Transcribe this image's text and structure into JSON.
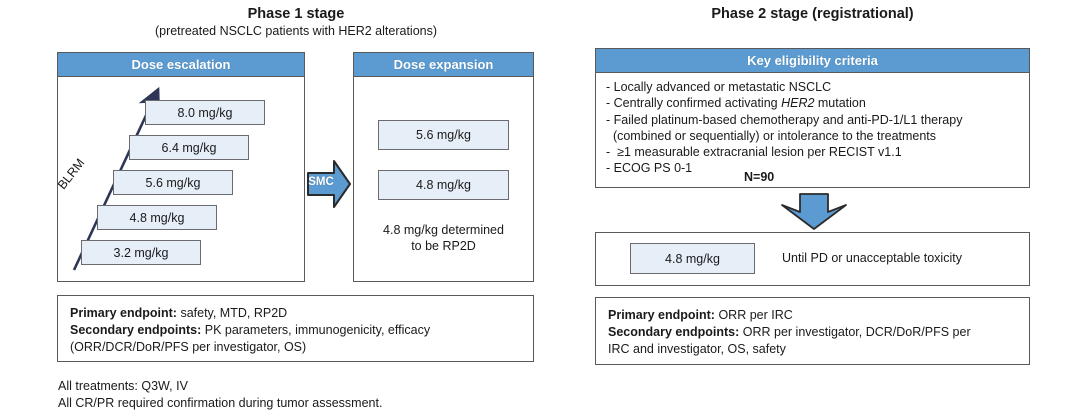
{
  "phase1": {
    "title": "Phase 1 stage",
    "subtitle": "(pretreated NSCLC patients with HER2 alterations)",
    "escalation": {
      "header": "Dose escalation",
      "arrow_label": "BLRM",
      "doses": [
        "8.0 mg/kg",
        "6.4 mg/kg",
        "5.6 mg/kg",
        "4.8 mg/kg",
        "3.2 mg/kg"
      ]
    },
    "smc_arrow_label": "SMC",
    "expansion": {
      "header": "Dose expansion",
      "doses": [
        "5.6 mg/kg",
        "4.8 mg/kg"
      ],
      "note": "4.8 mg/kg determined\nto be RP2D"
    },
    "endpoints": {
      "primary_label": "Primary endpoint:",
      "primary_text": " safety, MTD, RP2D",
      "secondary_label": "Secondary endpoints:",
      "secondary_text": " PK parameters, immunogenicity, efficacy",
      "secondary_text2": "(ORR/DCR/DoR/PFS per investigator, OS)"
    },
    "footnotes": "All treatments: Q3W, IV\nAll CR/PR required confirmation during tumor assessment."
  },
  "phase2": {
    "title": "Phase 2 stage (registrational)",
    "criteria": {
      "header": "Key eligibility criteria",
      "items": [
        {
          "pre": "- Locally advanced or metastatic NSCLC",
          "em": "",
          "post": ""
        },
        {
          "pre": "- Centrally confirmed activating ",
          "em": "HER2",
          "post": " mutation"
        },
        {
          "pre": "- Failed platinum-based chemotherapy and anti-PD-1/L1 therapy",
          "em": "",
          "post": ""
        },
        {
          "pre": "  (combined or sequentially) or intolerance to the treatments",
          "em": "",
          "post": ""
        },
        {
          "pre": "-  ≥1 measurable extracranial lesion per RECIST v1.1",
          "em": "",
          "post": ""
        },
        {
          "pre": "- ECOG PS 0-1",
          "em": "",
          "post": ""
        }
      ],
      "enrollment": "N=90"
    },
    "treatment": {
      "dose": "4.8 mg/kg",
      "duration": "Until PD or unacceptable toxicity"
    },
    "endpoints": {
      "primary_label": "Primary endpoint:",
      "primary_text": " ORR per IRC",
      "secondary_label": "Secondary endpoints:",
      "secondary_text": " ORR per investigator, DCR/DoR/PFS per",
      "secondary_text2": "IRC and investigator, OS, safety"
    }
  },
  "colors": {
    "header_blue": "#5b9bd1",
    "chip_fill": "#e6eef8",
    "border_gray": "#59595b",
    "arrow_navy": "#2e3656"
  }
}
